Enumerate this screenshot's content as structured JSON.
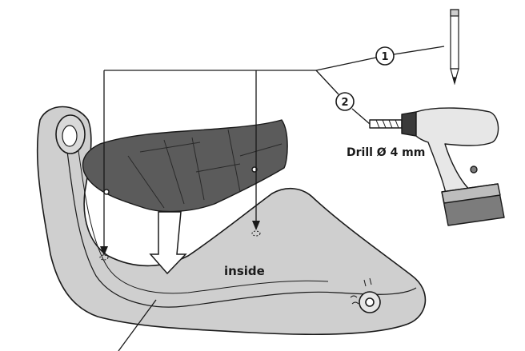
{
  "callouts": {
    "step1": "1",
    "step2": "2"
  },
  "labels": {
    "drill": "Drill Ø 4 mm",
    "inside": "inside"
  },
  "colors": {
    "guard_fill": "#cfcfcf",
    "deflector_fill": "#5b5b5b",
    "drill_body": "#e7e7e7",
    "drill_battery": "#7c7c7c",
    "line": "#1a1a1a"
  }
}
